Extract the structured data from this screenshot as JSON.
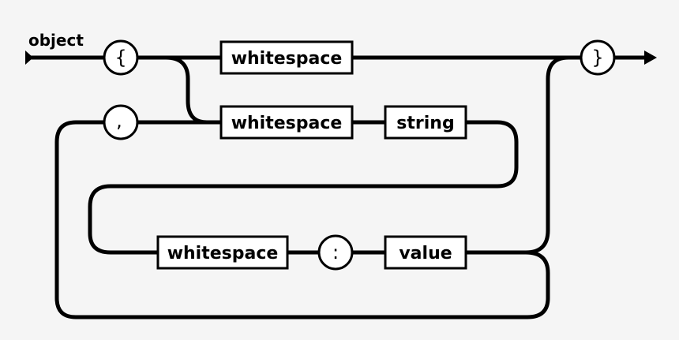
{
  "diagram": {
    "title": "object",
    "terminals": {
      "open_brace": "{",
      "close_brace": "}",
      "comma": ",",
      "colon": ":"
    },
    "nodes": {
      "whitespace_top": "whitespace",
      "whitespace_key": "whitespace",
      "string": "string",
      "whitespace_value": "whitespace",
      "value": "value"
    },
    "colors": {
      "background": "#f5f5f5",
      "line": "#000000",
      "box_fill": "#ffffff"
    }
  }
}
